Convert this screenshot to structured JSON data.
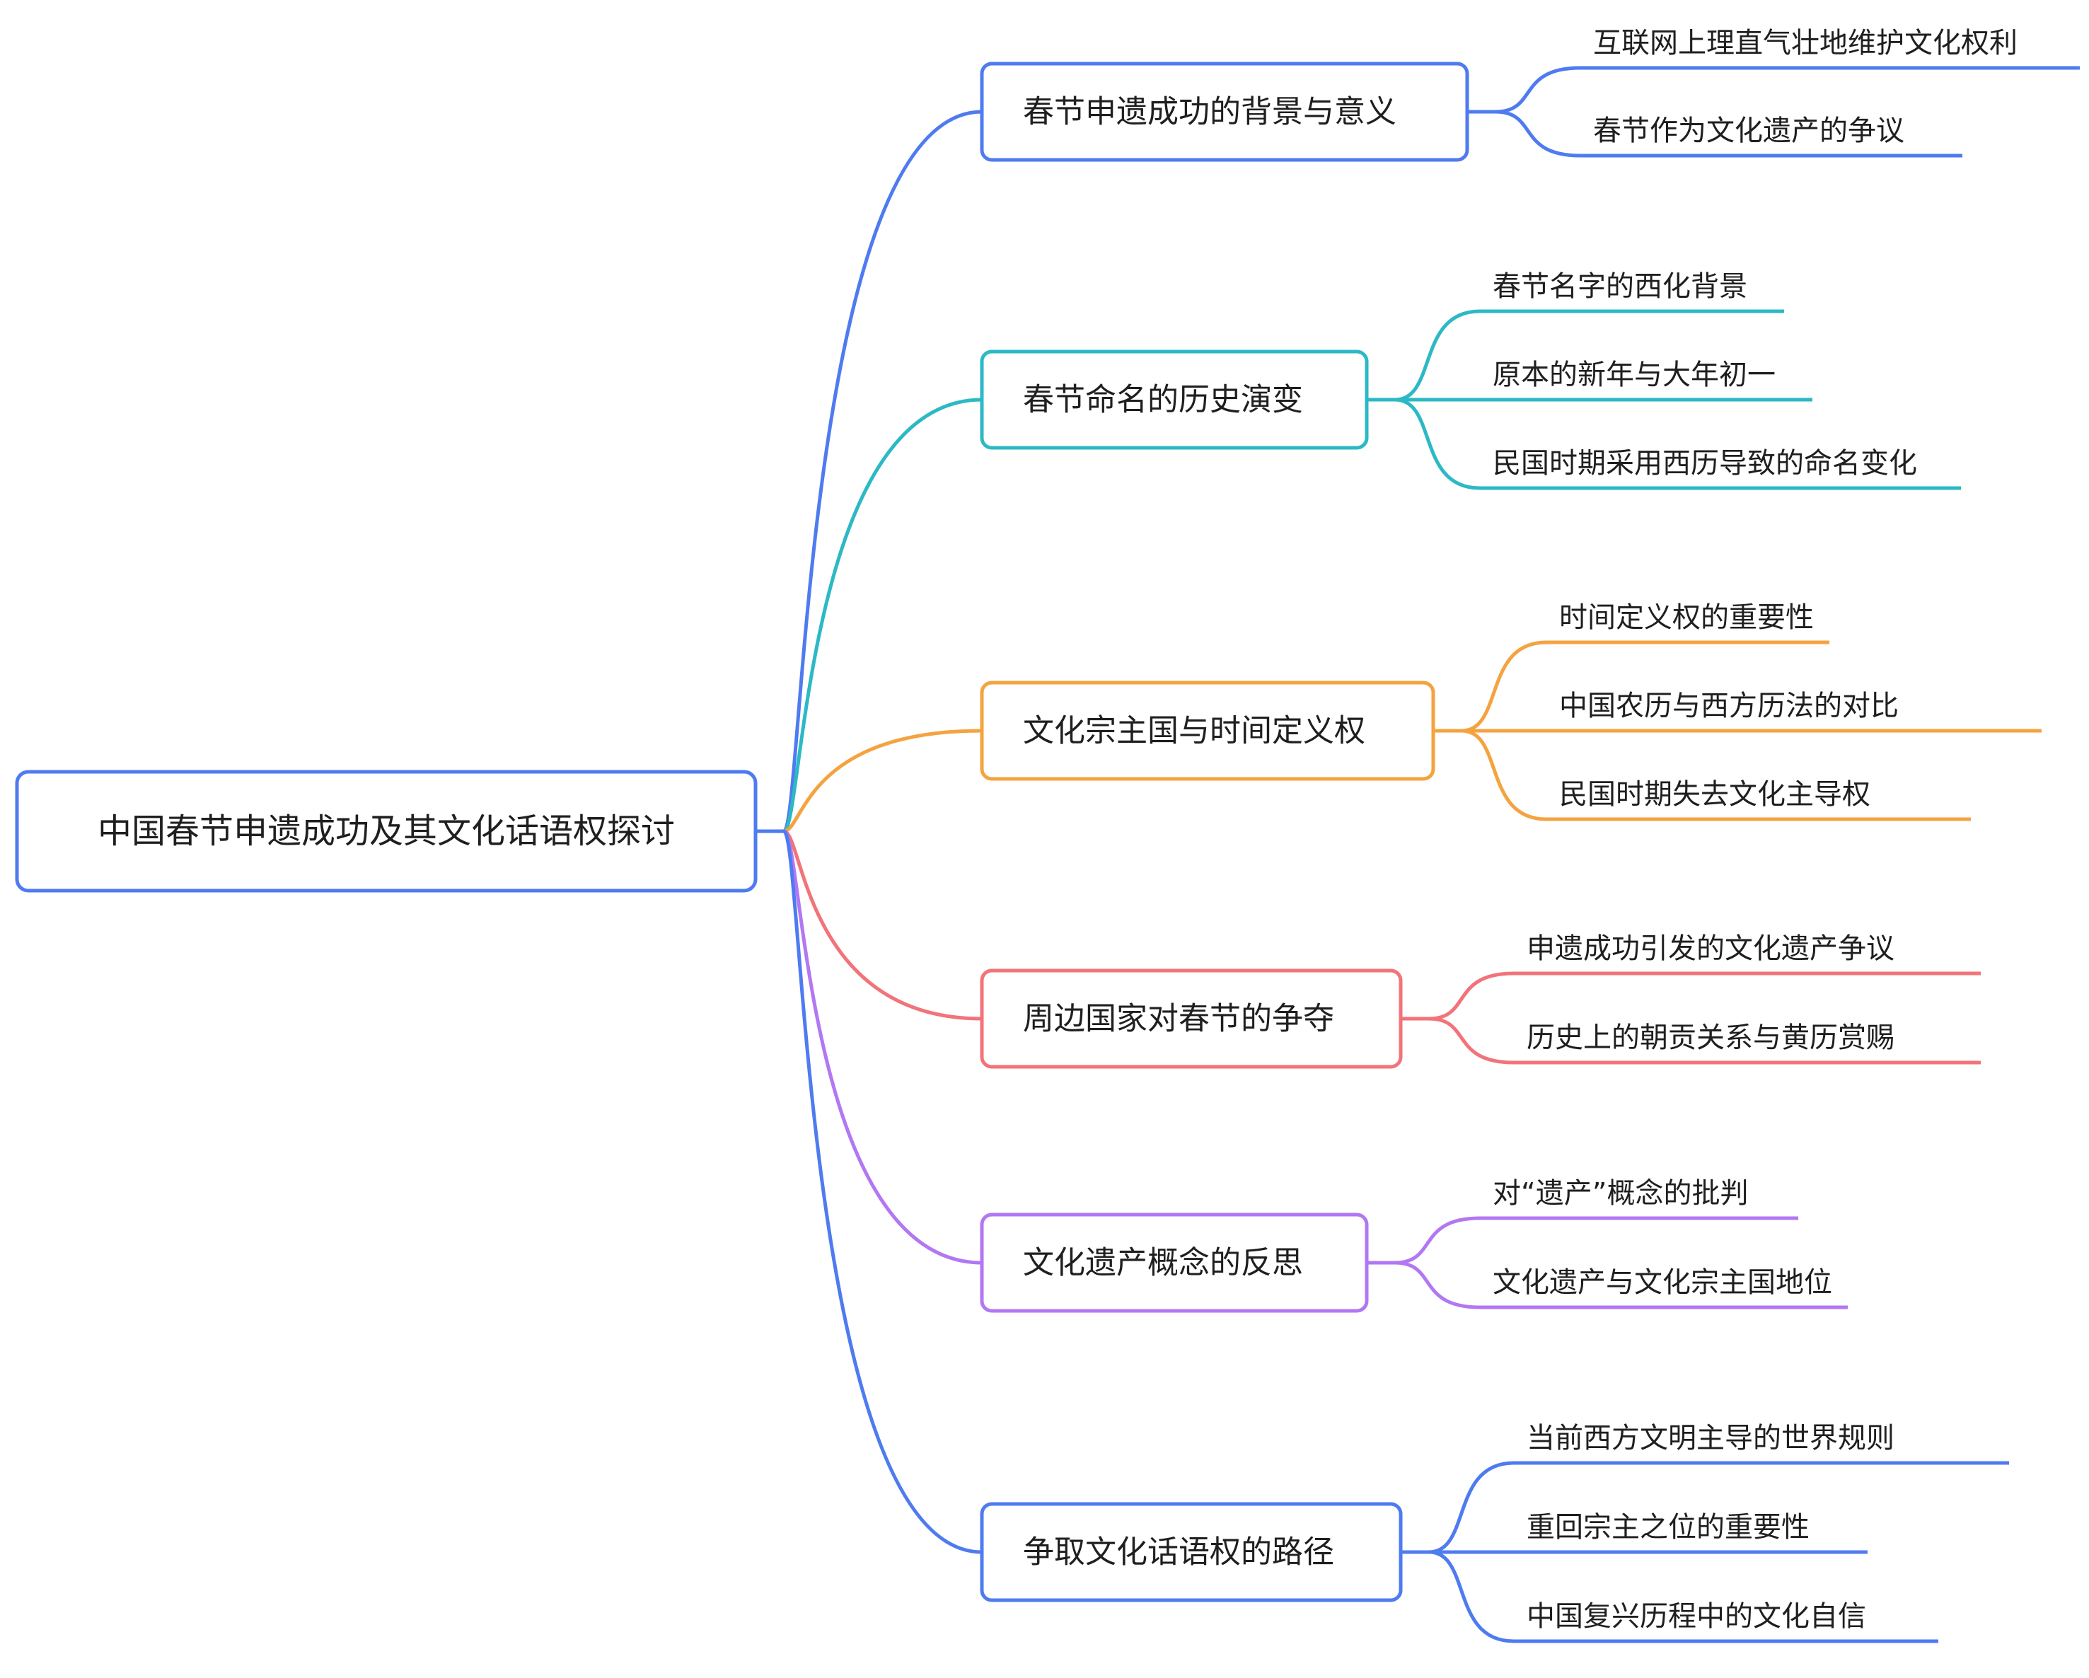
{
  "root": {
    "label": "中国春节申遗成功及其文化话语权探讨",
    "color": "#4E7BEF"
  },
  "branches": [
    {
      "label": "春节申遗成功的背景与意义",
      "color": "#4E7BEF",
      "children": [
        "互联网上理直气壮地维护文化权利",
        "春节作为文化遗产的争议"
      ]
    },
    {
      "label": "春节命名的历史演变",
      "color": "#2CB9C5",
      "children": [
        "春节名字的西化背景",
        "原本的新年与大年初一",
        "民国时期采用西历导致的命名变化"
      ]
    },
    {
      "label": "文化宗主国与时间定义权",
      "color": "#F4A340",
      "children": [
        "时间定义权的重要性",
        "中国农历与西方历法的对比",
        "民国时期失去文化主导权"
      ]
    },
    {
      "label": "周边国家对春节的争夺",
      "color": "#F2737A",
      "children": [
        "申遗成功引发的文化遗产争议",
        "历史上的朝贡关系与黄历赏赐"
      ]
    },
    {
      "label": "文化遗产概念的反思",
      "color": "#B277F2",
      "children": [
        "对“遗产”概念的批判",
        "文化遗产与文化宗主国地位"
      ]
    },
    {
      "label": "争取文化话语权的路径",
      "color": "#4E7BEF",
      "children": [
        "当前西方文明主导的世界规则",
        "重回宗主之位的重要性",
        "中国复兴历程中的文化自信"
      ]
    }
  ]
}
